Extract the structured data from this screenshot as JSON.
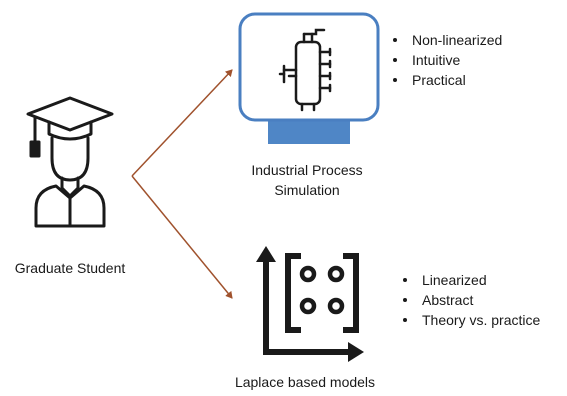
{
  "nodes": {
    "student": {
      "label": "Graduate Student",
      "icon": "graduate-student-icon"
    },
    "simulation": {
      "label_line1": "Industrial Process",
      "label_line2": "Simulation",
      "icon": "process-equipment-icon",
      "bullets": [
        "Non-linearized",
        "Intuitive",
        "Practical"
      ]
    },
    "laplace": {
      "label": "Laplace based models",
      "icon": "matrix-plot-icon",
      "bullets": [
        "Linearized",
        "Abstract",
        "Theory vs. practice"
      ]
    }
  },
  "colors": {
    "arrow": "#a0522d",
    "monitor_frame": "#4a7fc1",
    "monitor_stand": "#4f86c6",
    "icon_stroke": "#1a1a1a"
  }
}
